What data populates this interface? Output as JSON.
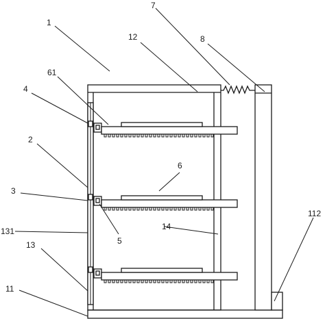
{
  "labels": {
    "l1": "1",
    "l7": "7",
    "l12": "12",
    "l8": "8",
    "l61": "61",
    "l4": "4",
    "l2": "2",
    "l6": "6",
    "l3": "3",
    "l131": "131",
    "l14": "14",
    "l5": "5",
    "l112": "112",
    "l13": "13",
    "l11": "11"
  }
}
